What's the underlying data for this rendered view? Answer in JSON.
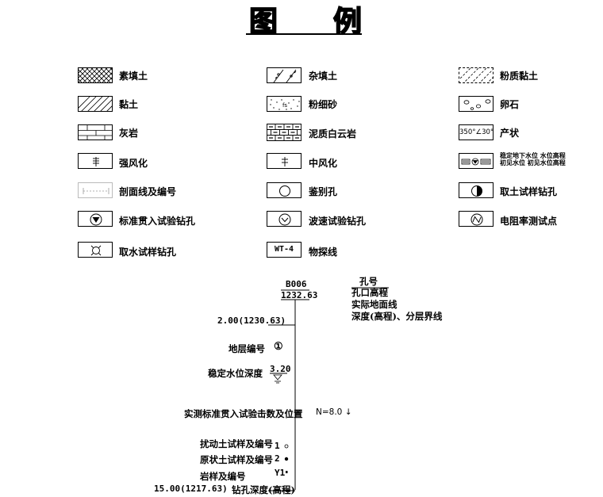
{
  "title": {
    "char1": "图",
    "char2": "例"
  },
  "legend": {
    "c1": [
      "素填土",
      "黏土",
      "灰岩",
      "强风化",
      "剖面线及编号",
      "标准贯入试验钻孔",
      "取水试样钻孔"
    ],
    "c2": [
      "杂填土",
      "粉细砂",
      "泥质白云岩",
      "中风化",
      "鉴别孔",
      "波速试验钻孔",
      "物探线"
    ],
    "c3": [
      "粉质黏土",
      "卵石",
      "产状",
      "",
      "取土试样钻孔",
      "电阻率测试点",
      ""
    ],
    "sym_text": {
      "sand": "fs",
      "attitude": "350°∠30°",
      "wt": "WT-4"
    },
    "water_note": {
      "line1": "稳定地下水位   水位高程",
      "line2": "初见水位   初见水位高程"
    }
  },
  "borehole": {
    "id": "B006",
    "elevation": "1232.63",
    "key_labels": [
      "孔号",
      "孔口高程",
      "实际地面线",
      "深度(高程)、分层界线"
    ],
    "depth1": "2.00(1230.63)",
    "layer_label": "地层编号",
    "layer_no": "①",
    "water_label": "稳定水位深度",
    "water_depth": "3.20",
    "spt_label": "实测标准贯入试验击数及位置",
    "spt_value": "N=8.0 ↓",
    "disturbed_label": "扰动土试样及编号",
    "disturbed_no": "1",
    "undisturbed_label": "原状土试样及编号",
    "undisturbed_no": "2",
    "rock_label": "岩样及编号",
    "rock_no": "Y1",
    "bottom": "15.00(1217.63)",
    "bottom_label": "钻孔深度(高程)"
  }
}
